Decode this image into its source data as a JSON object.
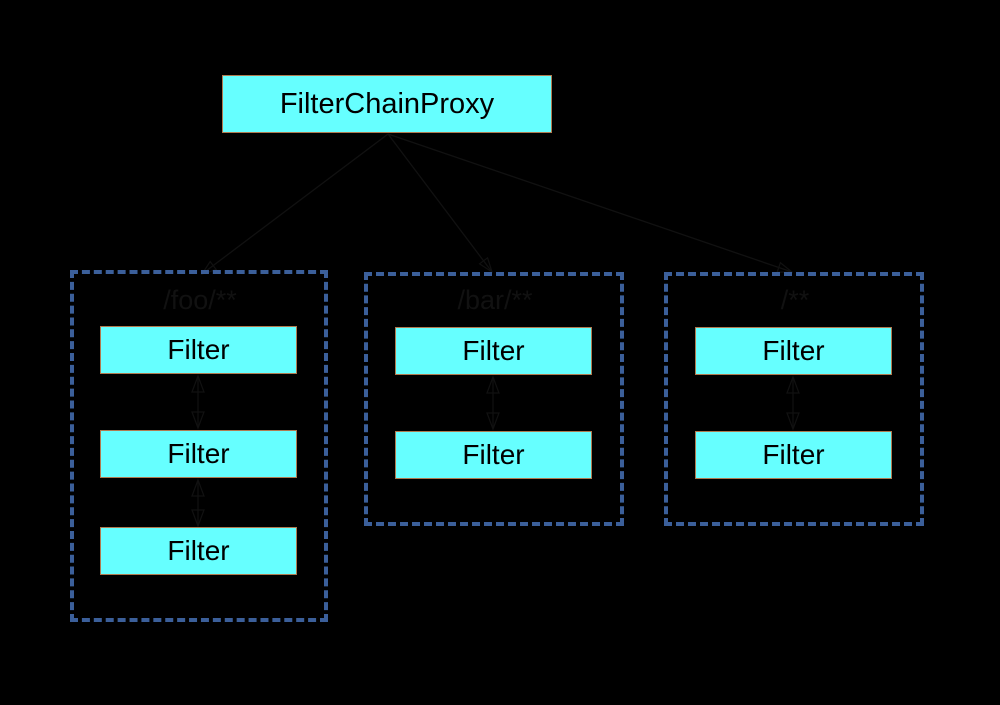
{
  "proxy": {
    "label": "FilterChainProxy"
  },
  "chains": [
    {
      "pattern": "/foo/**",
      "filters": [
        "Filter",
        "Filter",
        "Filter"
      ]
    },
    {
      "pattern": "/bar/**",
      "filters": [
        "Filter",
        "Filter"
      ]
    },
    {
      "pattern": "/**",
      "filters": [
        "Filter",
        "Filter"
      ]
    }
  ],
  "colors": {
    "background": "#000000",
    "box_fill": "#66ffff",
    "box_border": "#b07a50",
    "group_border": "#3b5f9a",
    "text": "#000000"
  }
}
